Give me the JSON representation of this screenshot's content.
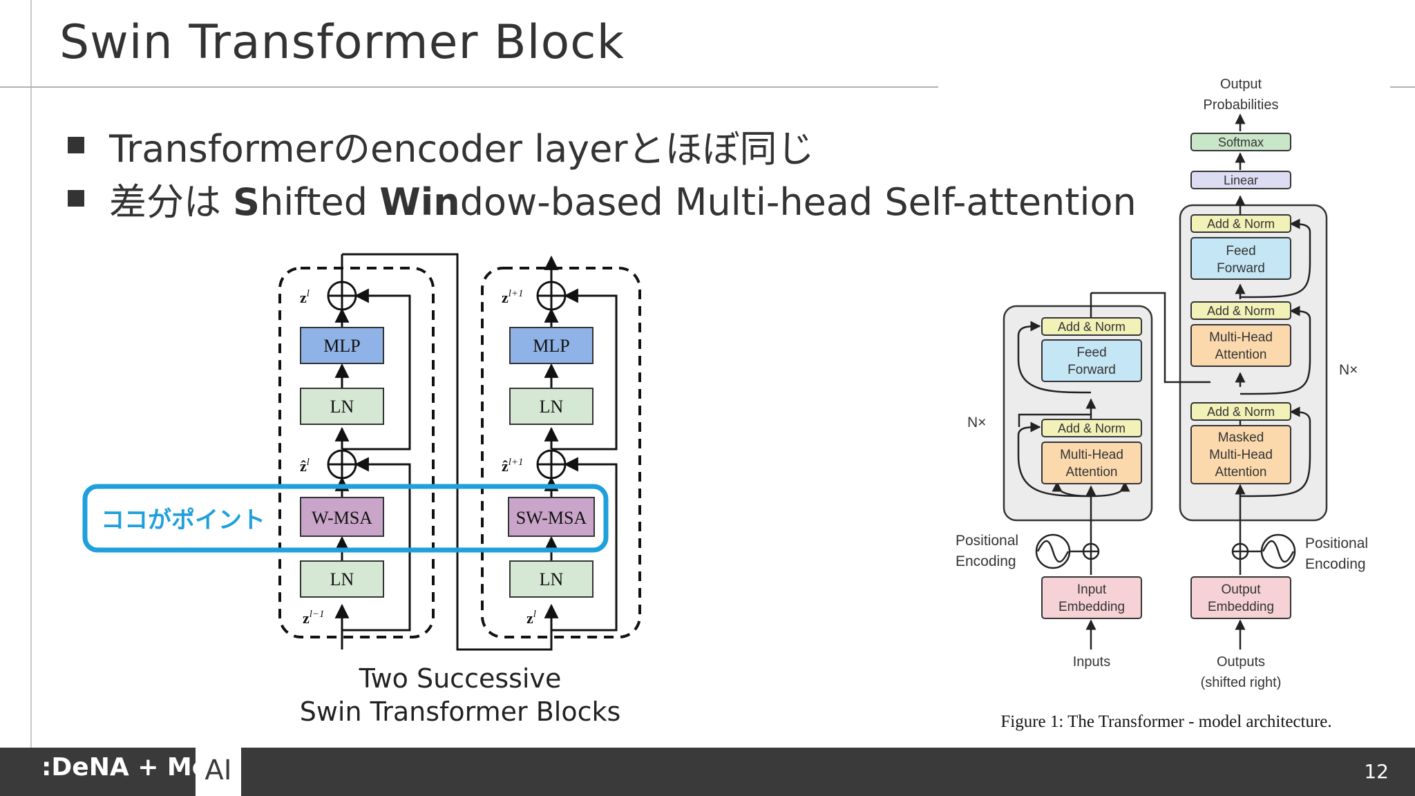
{
  "slide": {
    "title": "Swin Transformer Block",
    "page_number": "12"
  },
  "bullets": [
    {
      "text": "Transformerのencoder layerとほぼ同じ"
    },
    {
      "parts": [
        "差分は ",
        "S",
        "hifted ",
        "Win",
        "dow-based Multi-head Self-attention"
      ]
    }
  ],
  "footer": {
    "logo": ":DeNA + MoT",
    "ai_label": "AI"
  },
  "swin": {
    "highlight_label": "ココがポイント",
    "caption_line1": "Two Successive",
    "caption_line2": "Swin Transformer Blocks",
    "block1": {
      "mlp": "MLP",
      "ln_top": "LN",
      "msa": "W-MSA",
      "ln_bottom": "LN",
      "z_out": "z",
      "z_out_sup": "l",
      "z_mid": "ẑ",
      "z_mid_sup": "l",
      "z_in": "z",
      "z_in_sup": "l−1"
    },
    "block2": {
      "mlp": "MLP",
      "ln_top": "LN",
      "msa": "SW-MSA",
      "ln_bottom": "LN",
      "z_out": "z",
      "z_out_sup": "l+1",
      "z_mid": "ẑ",
      "z_mid_sup": "l+1",
      "z_in": "z",
      "z_in_sup": "l"
    }
  },
  "transformer": {
    "output_probabilities": [
      "Output",
      "Probabilities"
    ],
    "softmax": "Softmax",
    "linear": "Linear",
    "add_norm": "Add & Norm",
    "feed_forward": [
      "Feed",
      "Forward"
    ],
    "multi_head_attention": [
      "Multi-Head",
      "Attention"
    ],
    "masked_mha": [
      "Masked",
      "Multi-Head",
      "Attention"
    ],
    "nx": "N×",
    "positional_encoding": [
      "Positional",
      "Encoding"
    ],
    "input_embedding": [
      "Input",
      "Embedding"
    ],
    "output_embedding": [
      "Output",
      "Embedding"
    ],
    "inputs": "Inputs",
    "outputs": [
      "Outputs",
      "(shifted right)"
    ],
    "figure_caption": "Figure 1: The Transformer - model architecture."
  },
  "colors": {
    "highlight": "#1ea0dc",
    "mlp": "#8fb3e6",
    "ln": "#d5e8d4",
    "msa": "#c9a5c9",
    "add_norm": "#f2f2b8",
    "feed_forward": "#c4e6f5",
    "attention": "#fbd9ad",
    "softmax": "#c9e6c9",
    "linear": "#dcdcf2",
    "embedding": "#f6d2d6",
    "stack_bg": "#ececec"
  }
}
